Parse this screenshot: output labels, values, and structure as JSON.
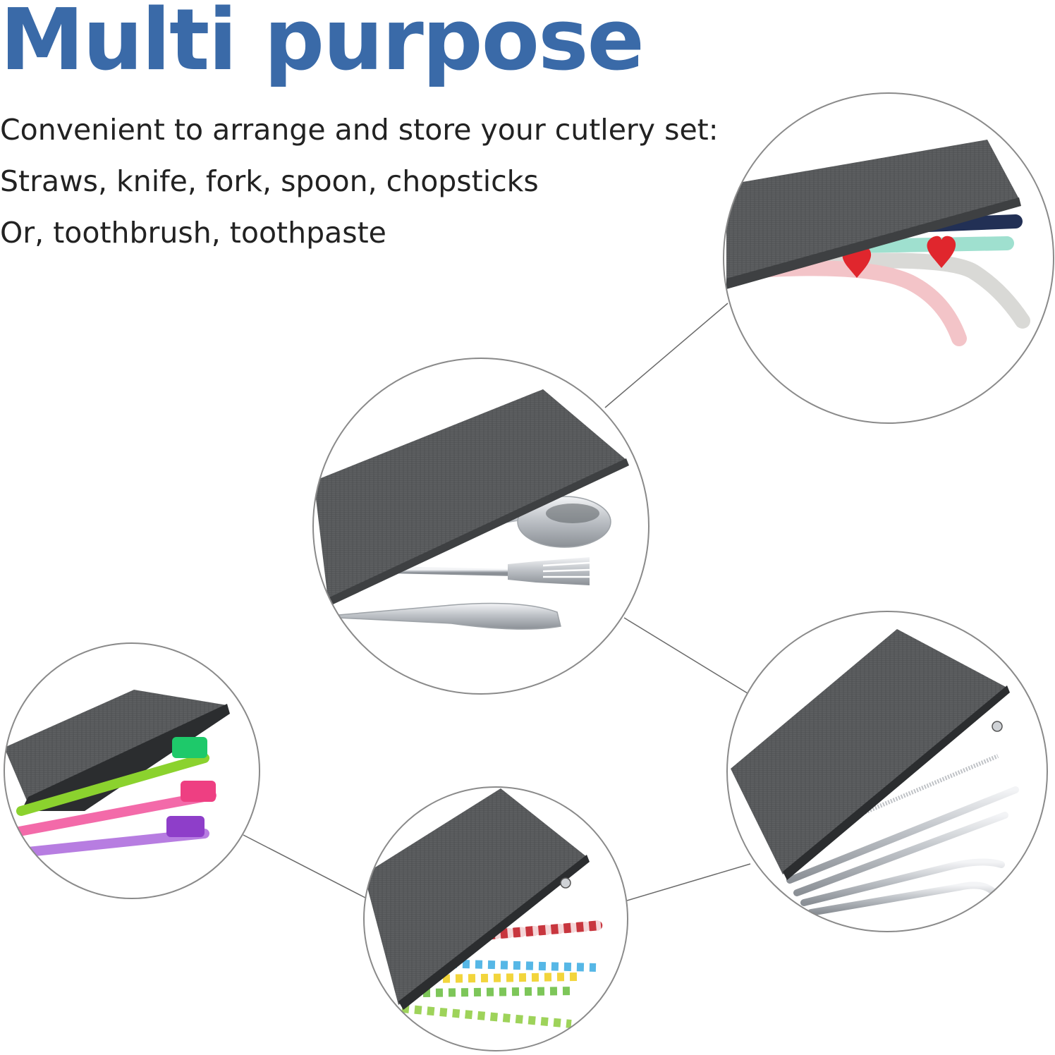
{
  "header": {
    "title": "Multi purpose",
    "lines": [
      "Convenient to arrange and store your cutlery set:",
      "Straws, knife, fork, spoon, chopsticks",
      "Or, toothbrush, toothpaste"
    ]
  },
  "colors": {
    "title": "#3a6aa8",
    "text": "#222222",
    "pouch": "#555759",
    "pouch_edge": "#3e4042",
    "circle_border": "#8a8a8a",
    "connector": "#6a6a6a",
    "steel": "#c9ccd0"
  },
  "panels": [
    {
      "id": "silicone-straws",
      "items": [
        "navy straw",
        "mint straw",
        "pink straw",
        "grey straw",
        "red heart markers"
      ]
    },
    {
      "id": "cutlery",
      "items": [
        "spoon",
        "fork",
        "knife"
      ]
    },
    {
      "id": "toothbrushes",
      "items": [
        "green toothbrush",
        "pink toothbrush",
        "purple toothbrush"
      ]
    },
    {
      "id": "paper-straws",
      "items": [
        "striped paper straws"
      ]
    },
    {
      "id": "metal-straws",
      "items": [
        "cleaning brush",
        "steel straws"
      ]
    }
  ]
}
